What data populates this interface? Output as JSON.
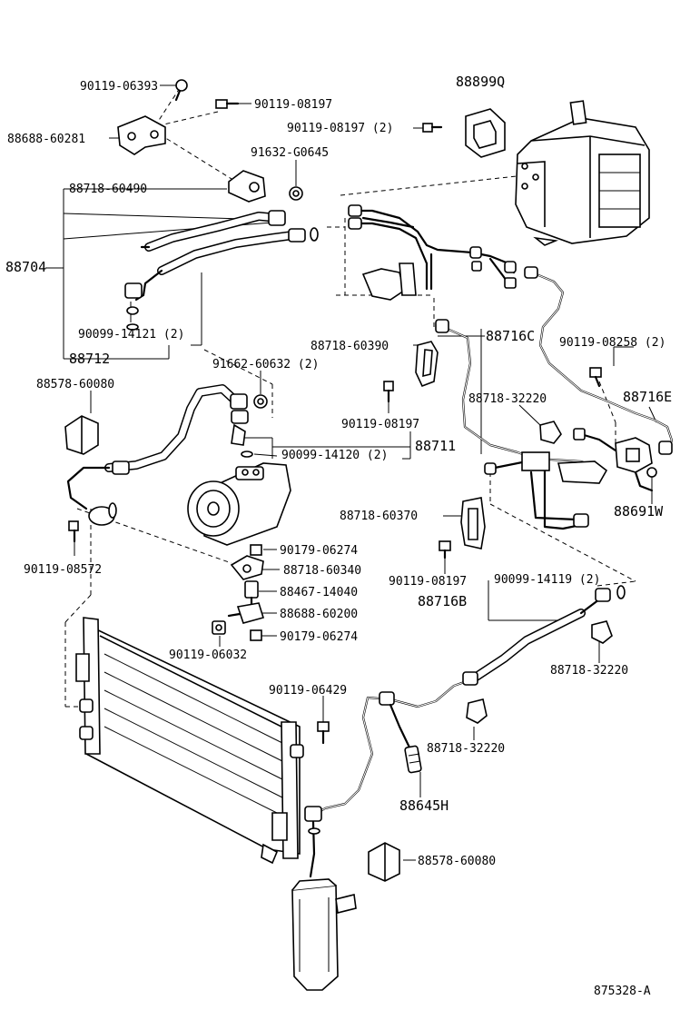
{
  "callouts": {
    "c01": "90119-06393",
    "c02": "90119-08197",
    "c03": "88688-60281",
    "c04": "90119-08197 (2)",
    "c05": "91632-G0645",
    "c06": "88718-60490",
    "c07": "88704",
    "c08": "90099-14121 (2)",
    "c09": "88712",
    "c10": "88899Q",
    "c11": "88716C",
    "c12": "88718-60390",
    "c13": "90119-08258 (2)",
    "c14": "91662-60632 (2)",
    "c15": "88578-60080",
    "c16": "90119-08197",
    "c17": "88716E",
    "c18": "88718-32220",
    "c19": "88711",
    "c20": "90099-14120 (2)",
    "c21": "88718-60370",
    "c22": "88691W",
    "c23": "90119-08572",
    "c24": "90179-06274",
    "c25": "88718-60340",
    "c26": "90119-08197",
    "c27": "90099-14119 (2)",
    "c28": "88467-14040",
    "c29": "88716B",
    "c30": "88688-60200",
    "c31": "90179-06274",
    "c32": "90119-06032",
    "c33": "88718-32220",
    "c34": "90119-06429",
    "c35": "88718-32220",
    "c36": "88645H",
    "c37": "88578-60080"
  },
  "figure_code": "875328-A"
}
